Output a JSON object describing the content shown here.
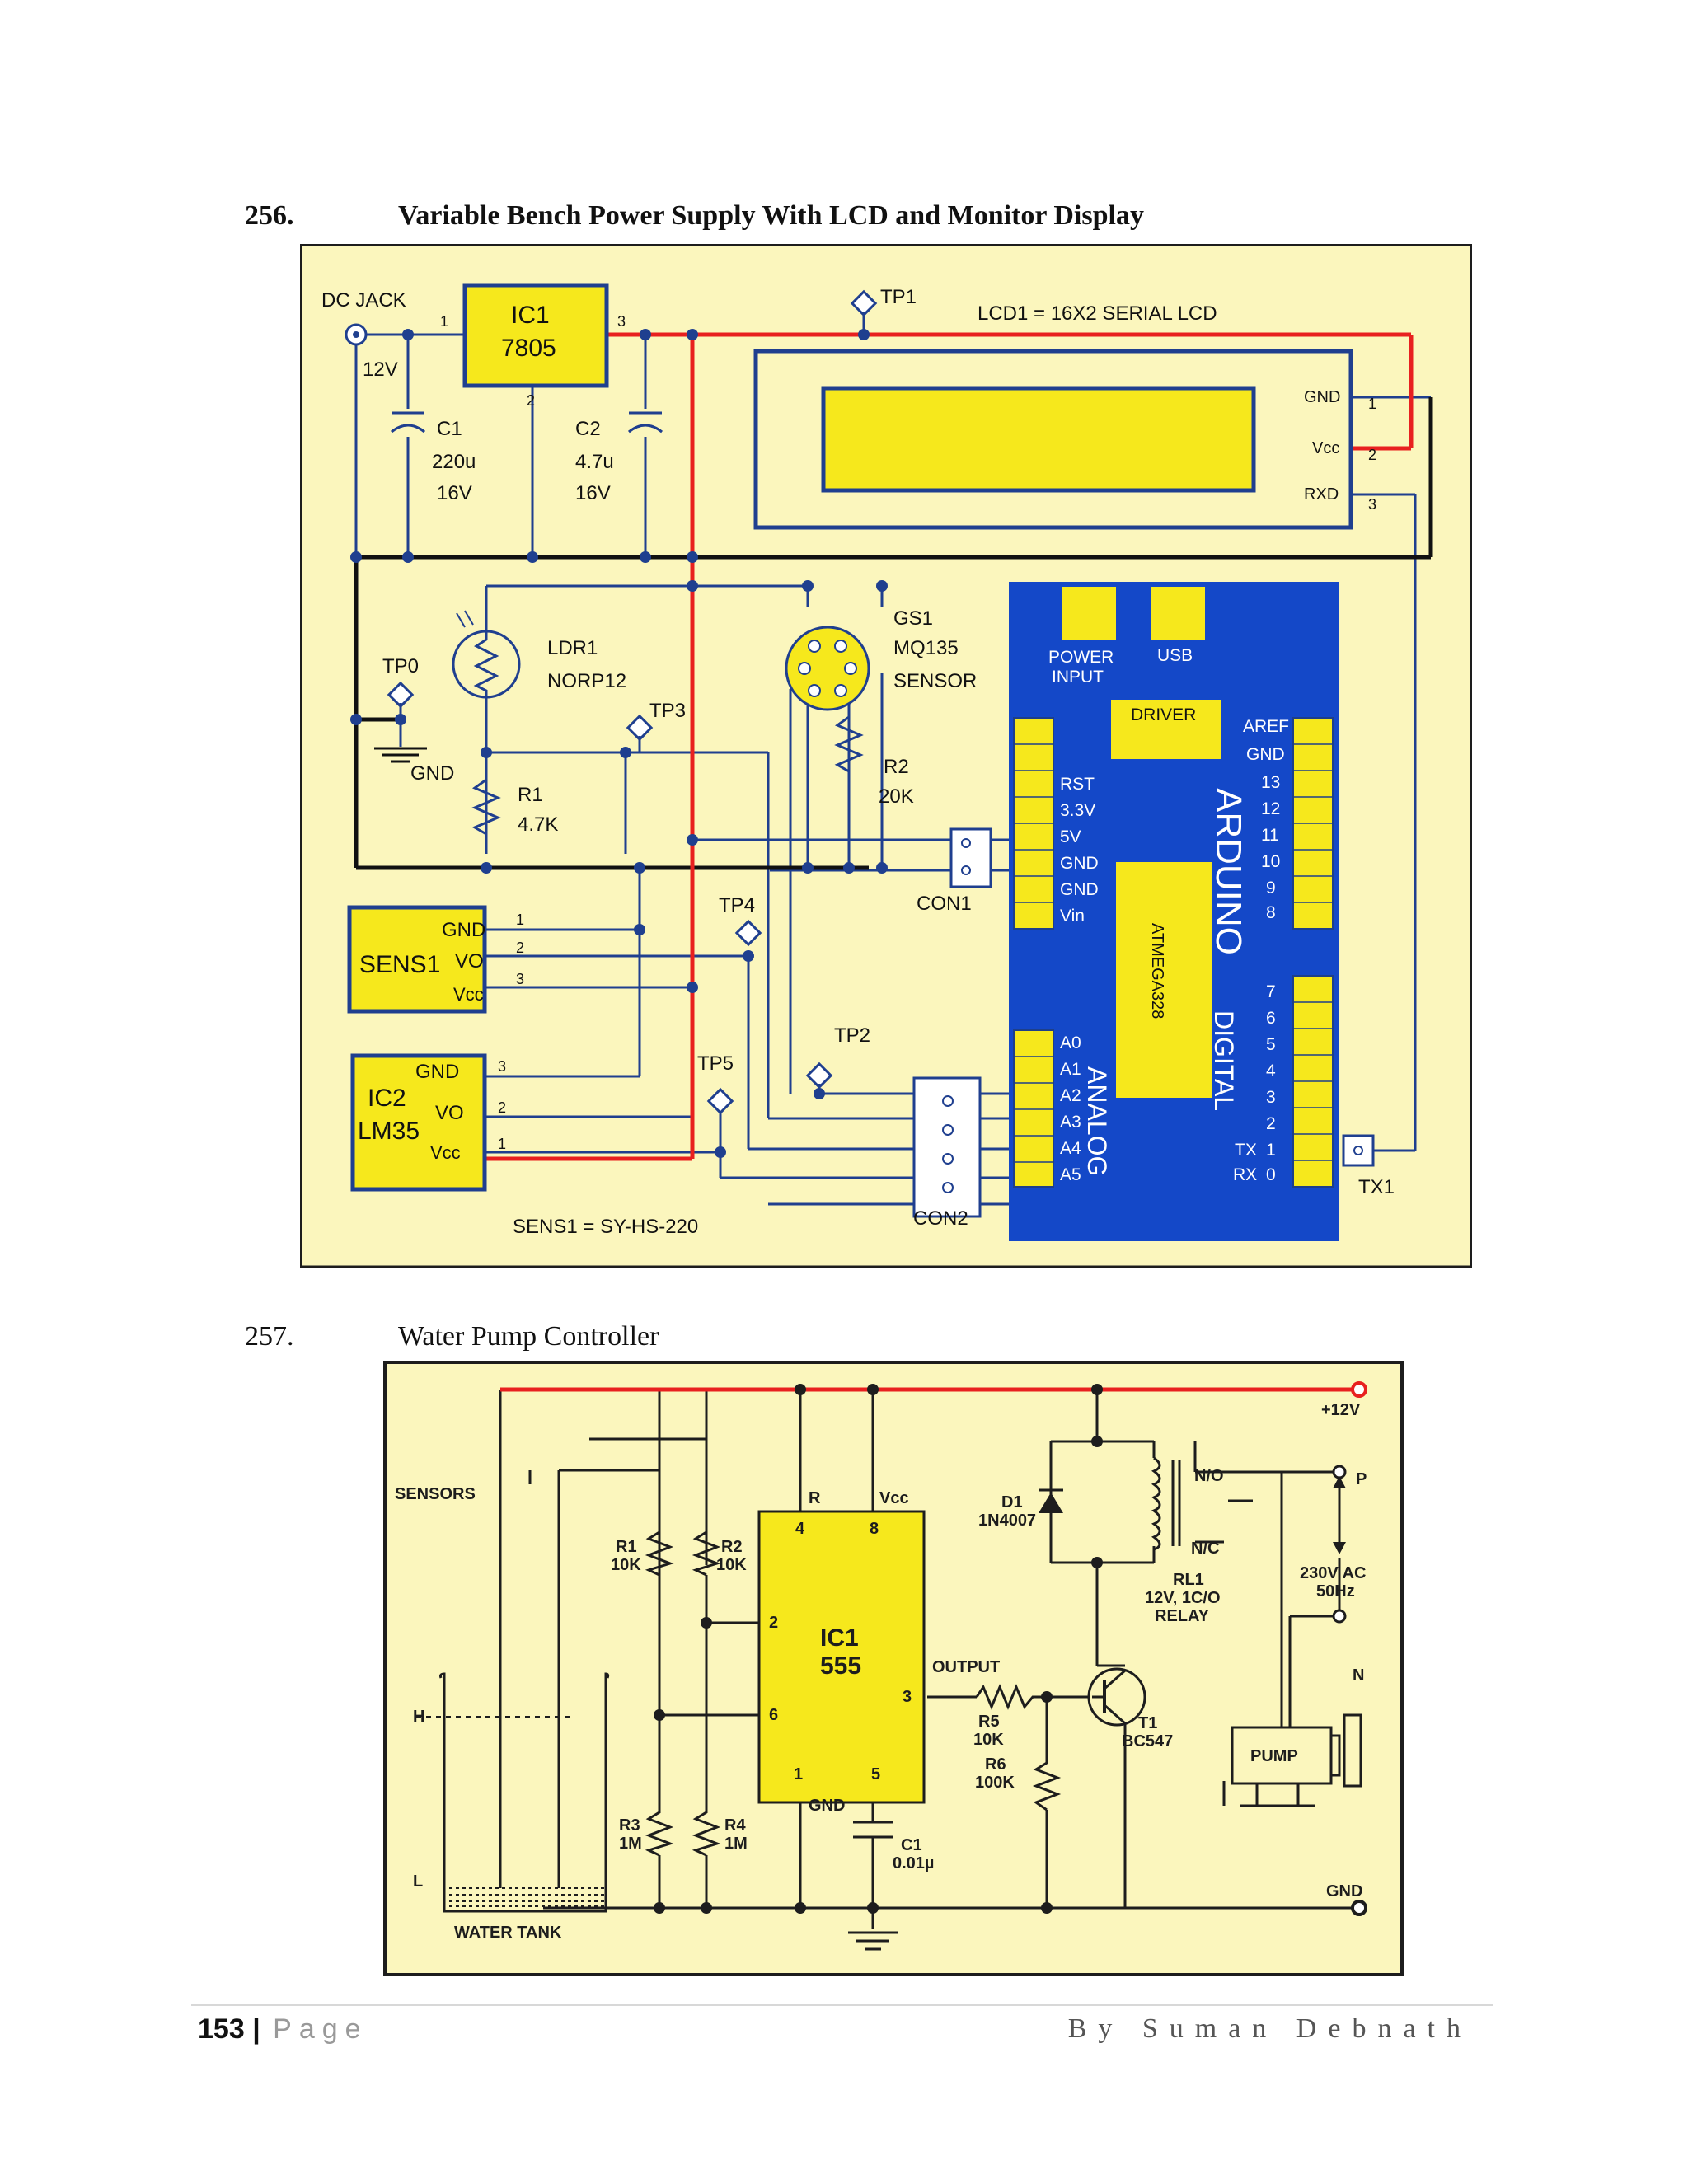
{
  "section1": {
    "number": "256.",
    "title": "Variable Bench Power Supply With LCD and Monitor Display",
    "labels": {
      "dc_jack": "DC JACK",
      "v12": "12V",
      "ic1": "IC1",
      "ic1_part": "7805",
      "pin1": "1",
      "pin2": "2",
      "pin3": "3",
      "tp1": "TP1",
      "lcd": "LCD1 = 16X2 SERIAL LCD",
      "c1": "C1",
      "c1_val": "220u",
      "c1_v": "16V",
      "c2": "C2",
      "c2_val": "4.7u",
      "c2_v": "16V",
      "lcd_gnd": "GND",
      "lcd_vcc": "Vcc",
      "lcd_rxd": "RXD",
      "lcd_p1": "1",
      "lcd_p2": "2",
      "lcd_p3": "3",
      "ldr": "LDR1",
      "ldr_part": "NORP12",
      "gs1": "GS1",
      "gs1_part": "MQ135",
      "gs1_type": "SENSOR",
      "power_input_1": "POWER",
      "power_input_2": "INPUT",
      "usb": "USB",
      "tp0": "TP0",
      "gnd": "GND",
      "tp3": "TP3",
      "driver": "DRIVER",
      "aref": "AREF",
      "r1": "R1",
      "r1_val": "4.7K",
      "r2": "R2",
      "r2_val": "20K",
      "rst": "RST",
      "v33": "3.3V",
      "v5": "5V",
      "gnd1": "GND",
      "gnd2": "GND",
      "vin": "Vin",
      "d13": "13",
      "d12": "12",
      "d11": "11",
      "d10": "10",
      "d9": "9",
      "d8": "8",
      "arduino": "ARDUINO",
      "atmega": "ATMEGA328",
      "con1": "CON1",
      "sens1": "SENS1",
      "s_gnd": "GND",
      "s_vo": "VO",
      "s_vcc": "Vcc",
      "s_p1": "1",
      "s_p2": "2",
      "s_p3": "3",
      "tp4": "TP4",
      "ic2": "IC2",
      "ic2_part": "LM35",
      "i_gnd": "GND",
      "i_vo": "VO",
      "i_vcc": "Vcc",
      "i_p3": "3",
      "i_p2": "2",
      "i_p1": "1",
      "tp5": "TP5",
      "tp2": "TP2",
      "a0": "A0",
      "a1": "A1",
      "a2": "A2",
      "a3": "A3",
      "a4": "A4",
      "a5": "A5",
      "analog": "ANALOG",
      "digital": "DIGITAL",
      "d7": "7",
      "d6": "6",
      "d5": "5",
      "d4": "4",
      "d3": "3",
      "d2": "2",
      "tx": "TX",
      "d1": "1",
      "rx": "RX",
      "d0": "0",
      "tx1": "TX1",
      "con2": "CON2",
      "sens_note": "SENS1 = SY-HS-220"
    }
  },
  "section2": {
    "number": "257.",
    "title": "Water Pump Controller",
    "labels": {
      "v12": "+12V",
      "sensors": "SENSORS",
      "r": "R",
      "vcc": "Vcc",
      "p4": "4",
      "p8": "8",
      "r1": "R1",
      "r1_val": "10K",
      "r2": "R2",
      "r2_val": "10K",
      "d1": "D1",
      "d1_part": "1N4007",
      "no": "N/O",
      "nc": "N/C",
      "p": "P",
      "rl1": "RL1",
      "rl1_spec": "12V, 1C/O",
      "rl1_type": "RELAY",
      "ac": "230V AC",
      "hz": "50Hz",
      "p2": "2",
      "ic1": "IC1",
      "ic1_part": "555",
      "output": "OUTPUT",
      "p3": "3",
      "r5": "R5",
      "r5_val": "10K",
      "t1": "T1",
      "t1_part": "BC547",
      "n": "N",
      "h": "H",
      "p6": "6",
      "r6": "R6",
      "r6_val": "100K",
      "pump": "PUMP",
      "p1": "1",
      "p5": "5",
      "gnd_pin": "GND",
      "r3": "R3",
      "r3_val": "1M",
      "r4": "R4",
      "r4_val": "1M",
      "c1": "C1",
      "c1_val": "0.01µ",
      "l": "L",
      "gnd": "GND",
      "tank": "WATER TANK"
    }
  },
  "footer": {
    "page_number": "153",
    "separator": "|",
    "page_word": "Page",
    "author": "By Suman Debnath"
  },
  "colors": {
    "board": "#fbf6bd",
    "wire": "#1f3f8f",
    "power": "#e8201f",
    "component": "#f6e81c",
    "arduino": "#1448c8"
  }
}
